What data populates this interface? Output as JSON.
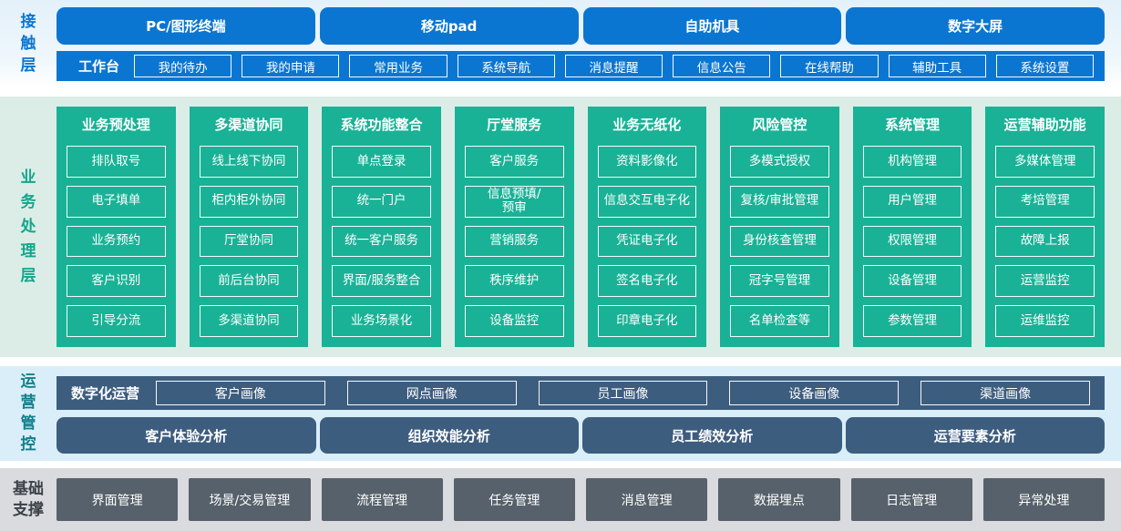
{
  "palette": {
    "blue": "#0b76d1",
    "green": "#19b296",
    "slate": "#3d5d7f",
    "gray_box": "#57616b",
    "bg_contact_top": "#e4f1fa",
    "bg_business": "#dcede7",
    "bg_ops": "#d9eef8",
    "bg_foundation": "#d9dbde",
    "label_contact": "#0b76d1",
    "label_business": "#12a78c",
    "label_ops": "#107f8c",
    "label_foundation": "#3a4148"
  },
  "contact_layer": {
    "label": "接触层",
    "terminals": [
      "PC/图形终端",
      "移动pad",
      "自助机具",
      "数字大屏"
    ],
    "workbench": {
      "label": "工作台",
      "items": [
        "我的待办",
        "我的申请",
        "常用业务",
        "系统导航",
        "消息提醒",
        "信息公告",
        "在线帮助",
        "辅助工具",
        "系统设置"
      ]
    }
  },
  "business_layer": {
    "label": "业务处理层",
    "columns": [
      {
        "title": "业务预处理",
        "items": [
          "排队取号",
          "电子填单",
          "业务预约",
          "客户识别",
          "引导分流"
        ]
      },
      {
        "title": "多渠道协同",
        "items": [
          "线上线下协同",
          "柜内柜外协同",
          "厅堂协同",
          "前后台协同",
          "多渠道协同"
        ]
      },
      {
        "title": "系统功能整合",
        "items": [
          "单点登录",
          "统一门户",
          "统一客户服务",
          "界面/服务整合",
          "业务场景化"
        ]
      },
      {
        "title": "厅堂服务",
        "items": [
          "客户服务",
          "信息预填/\n预审",
          "营销服务",
          "秩序维护",
          "设备监控"
        ]
      },
      {
        "title": "业务无纸化",
        "items": [
          "资料影像化",
          "信息交互电子化",
          "凭证电子化",
          "签名电子化",
          "印章电子化"
        ]
      },
      {
        "title": "风险管控",
        "items": [
          "多模式授权",
          "复核/审批管理",
          "身份核查管理",
          "冠字号管理",
          "名单检查等"
        ]
      },
      {
        "title": "系统管理",
        "items": [
          "机构管理",
          "用户管理",
          "权限管理",
          "设备管理",
          "参数管理"
        ]
      },
      {
        "title": "运营辅助功能",
        "items": [
          "多媒体管理",
          "考培管理",
          "故障上报",
          "运营监控",
          "运维监控"
        ]
      }
    ]
  },
  "operations_layer": {
    "label": "运营管控",
    "digital_ops": {
      "label": "数字化运营",
      "items": [
        "客户画像",
        "网点画像",
        "员工画像",
        "设备画像",
        "渠道画像"
      ]
    },
    "analysis": [
      "客户体验分析",
      "组织效能分析",
      "员工绩效分析",
      "运营要素分析"
    ]
  },
  "foundation_layer": {
    "label": "基础支撑",
    "items": [
      "界面管理",
      "场景/交易管理",
      "流程管理",
      "任务管理",
      "消息管理",
      "数据埋点",
      "日志管理",
      "异常处理"
    ]
  }
}
